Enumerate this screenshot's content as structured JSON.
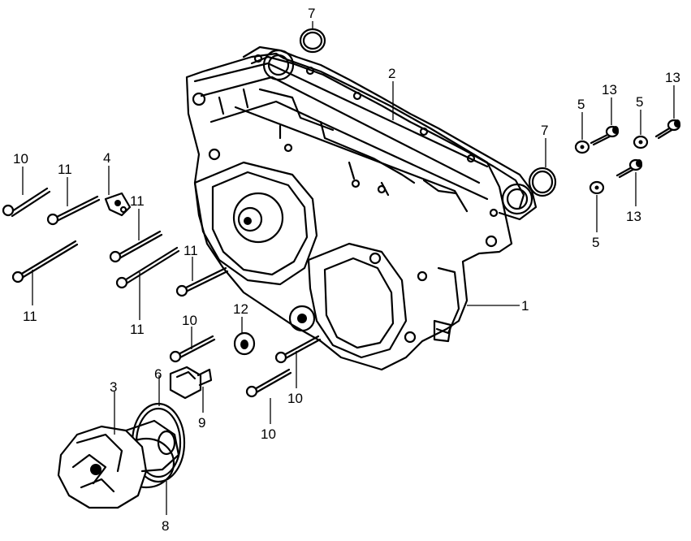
{
  "diagram": {
    "colors": {
      "ink": "#000000",
      "paper": "#ffffff"
    },
    "callouts": [
      {
        "id": "c7a",
        "text": "7"
      },
      {
        "id": "c2",
        "text": "2"
      },
      {
        "id": "c7b",
        "text": "7"
      },
      {
        "id": "c5a",
        "text": "5"
      },
      {
        "id": "c13a",
        "text": "13"
      },
      {
        "id": "c5b",
        "text": "5"
      },
      {
        "id": "c13b",
        "text": "13"
      },
      {
        "id": "c13c",
        "text": "13"
      },
      {
        "id": "c5c",
        "text": "5"
      },
      {
        "id": "c10a",
        "text": "10"
      },
      {
        "id": "c11a",
        "text": "11"
      },
      {
        "id": "c4",
        "text": "4"
      },
      {
        "id": "c11b",
        "text": "11"
      },
      {
        "id": "c11c",
        "text": "11"
      },
      {
        "id": "c11d",
        "text": "11"
      },
      {
        "id": "c11e",
        "text": "11"
      },
      {
        "id": "c1",
        "text": "1"
      },
      {
        "id": "c12",
        "text": "12"
      },
      {
        "id": "c10b",
        "text": "10"
      },
      {
        "id": "c6",
        "text": "6"
      },
      {
        "id": "c3",
        "text": "3"
      },
      {
        "id": "c9",
        "text": "9"
      },
      {
        "id": "c10c",
        "text": "10"
      },
      {
        "id": "c10d",
        "text": "10"
      },
      {
        "id": "c8",
        "text": "8"
      }
    ]
  }
}
